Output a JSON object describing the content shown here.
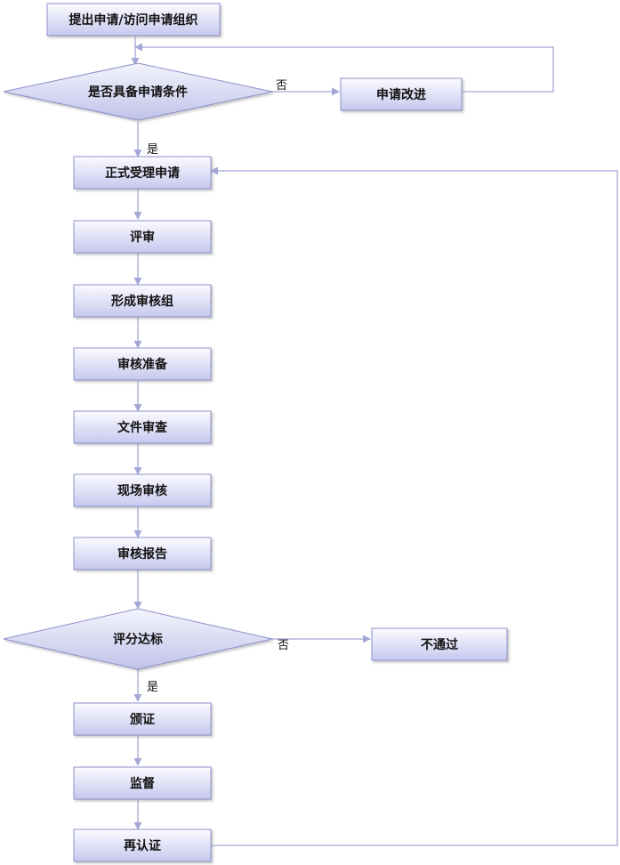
{
  "nodes": {
    "apply": "提出申请/访问申请组织",
    "decision_conditions": "是否具备申请条件",
    "improve": "申请改进",
    "accept": "正式受理申请",
    "review": "评审",
    "form_team": "形成审核组",
    "audit_prep": "审核准备",
    "doc_review": "文件审查",
    "onsite_audit": "现场审核",
    "audit_report": "审核报告",
    "decision_score": "评分达标",
    "fail": "不通过",
    "certify": "颁证",
    "supervise": "监督",
    "recertify": "再认证"
  },
  "labels": {
    "no": "否",
    "yes": "是"
  },
  "colors": {
    "node_fill_top": "#ffffff",
    "node_fill_bottom": "#c4c6ec",
    "node_stroke": "#8e91cc",
    "connector": "#a5a8d6"
  }
}
